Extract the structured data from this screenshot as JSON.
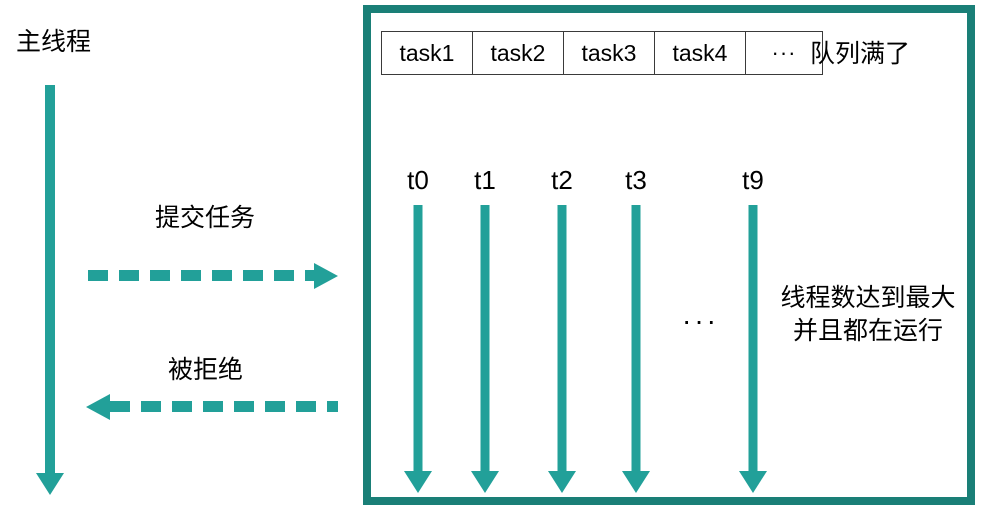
{
  "diagram": {
    "title_main_thread": "主线程",
    "pool": {
      "queue_full_note": "队列满了",
      "threads_max_note": "线程数达到最大\n并且都在运行",
      "mid_ellipsis": "···",
      "queue": {
        "cells": [
          {
            "label": "task1",
            "type": "task"
          },
          {
            "label": "task2",
            "type": "task"
          },
          {
            "label": "task3",
            "type": "task"
          },
          {
            "label": "task4",
            "type": "task"
          },
          {
            "label": "···",
            "type": "more"
          }
        ]
      },
      "workers": [
        {
          "label": "t0"
        },
        {
          "label": "t1"
        },
        {
          "label": "t2"
        },
        {
          "label": "t3"
        },
        {
          "label": "t9"
        }
      ]
    },
    "flows": [
      {
        "label": "提交任务",
        "direction": "right"
      },
      {
        "label": "被拒绝",
        "direction": "left"
      }
    ],
    "colors": {
      "teal": "#22a099",
      "teal_border": "#1a7f77",
      "text": "#000000",
      "cell_border": "#3a3a3a",
      "background": "#ffffff"
    }
  }
}
